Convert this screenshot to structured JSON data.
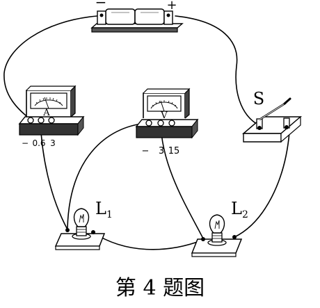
{
  "battery": {
    "minus": "−",
    "plus": "+"
  },
  "ammeter": {
    "face": "A",
    "terminals": [
      "−",
      "0.6",
      "3"
    ]
  },
  "voltmeter": {
    "face": "V",
    "terminals": [
      "−",
      "3",
      "15"
    ]
  },
  "switch": {
    "label": "S"
  },
  "lamp1": {
    "label": "L",
    "sub": "1"
  },
  "lamp2": {
    "label": "L",
    "sub": "2"
  },
  "caption": "第 4 题图",
  "colors": {
    "ink": "#000000",
    "fill": "#ffffff",
    "shade": "#555555"
  }
}
